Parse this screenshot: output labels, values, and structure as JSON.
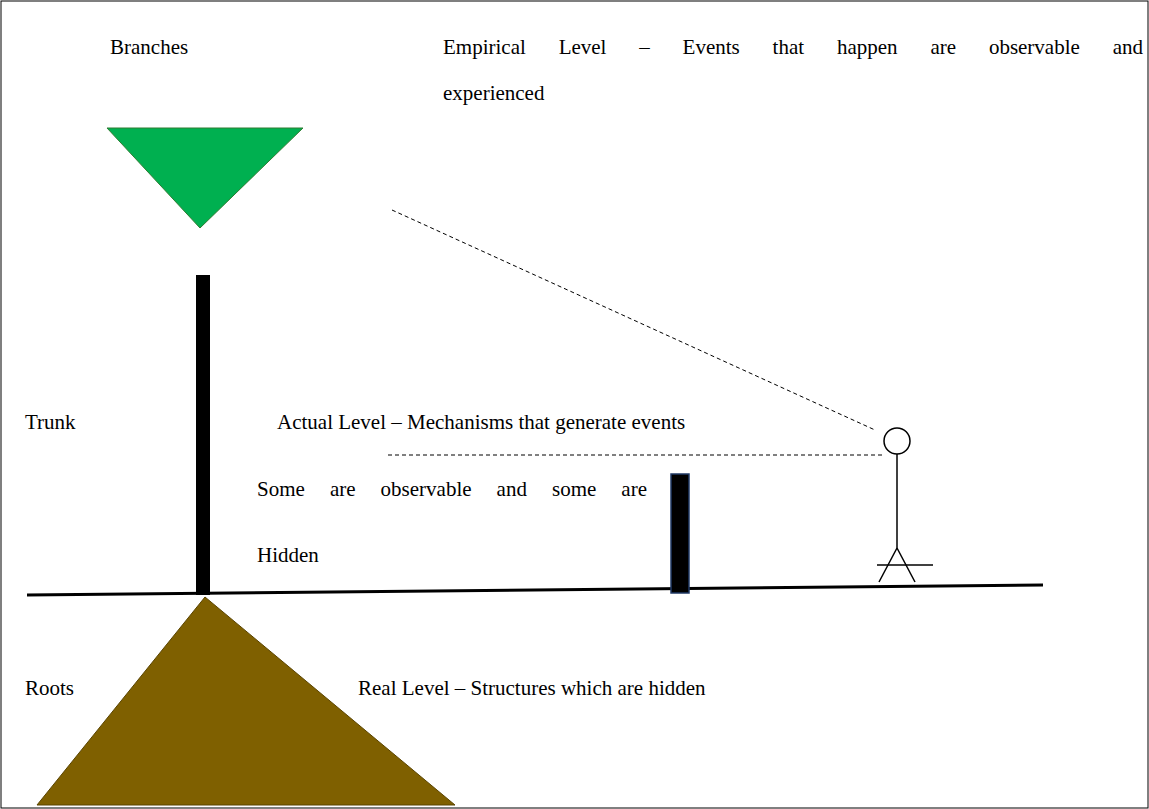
{
  "diagram": {
    "labels": [
      "Branches",
      "Empirical Level – Events that happen are observable and experienced",
      "Trunk",
      "Actual Level – Mechanisms that generate events",
      "Some are observable and some are Hidden",
      "Roots",
      "Real Level – Structures which are hidden"
    ]
  }
}
